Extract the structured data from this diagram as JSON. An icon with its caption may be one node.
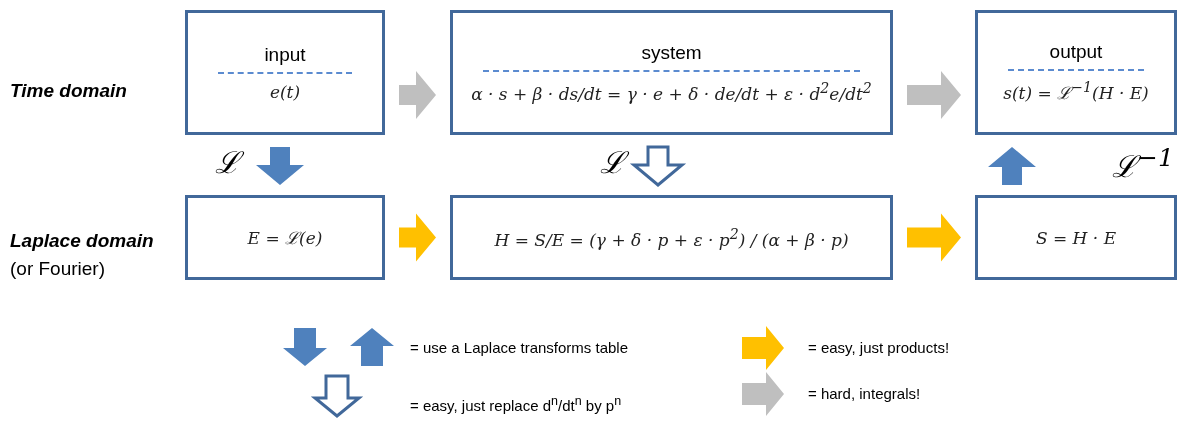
{
  "diagram": {
    "nodes": [
      {
        "text": [
          "input",
          "e(t)"
        ]
      },
      {
        "text": [
          "system",
          "α · s + β · ds/dt = γ · e + δ · de/dt + ε · d$^{2}$e/dt$^{2}$"
        ]
      },
      {
        "text": [
          "output",
          "s(t) = ℒ$^{−1}$(H · E)"
        ]
      },
      {
        "text": [
          "E = ℒ(e)"
        ]
      },
      {
        "text": [
          "H = S/E = (γ + δ · p + ε · p$^{2}$) / (α + β · p)"
        ]
      },
      {
        "text": [
          "S = H · E"
        ]
      }
    ],
    "edges": [
      {
        "from": 0,
        "to": 1,
        "arrow": "to",
        "color": "#bfbfbf"
      },
      {
        "from": 1,
        "to": 2,
        "arrow": "to",
        "color": "#bfbfbf"
      },
      {
        "from": 0,
        "to": 3,
        "arrow": "to",
        "label": "ℒ",
        "color": "#4f81bd"
      },
      {
        "from": 1,
        "to": 4,
        "arrow": "to",
        "label": "ℒ",
        "color": "#ffffff"
      },
      {
        "from": 3,
        "to": 4,
        "arrow": "to",
        "color": "#ffc000"
      },
      {
        "from": 4,
        "to": 5,
        "arrow": "to",
        "color": "#ffc000"
      },
      {
        "from": 5,
        "to": 2,
        "arrow": "to",
        "label": "ℒ$^{−1}$",
        "color": "#4f81bd"
      }
    ],
    "labels": [
      "Time domain",
      "Laplace domain",
      "(or Fourier)"
    ],
    "legend": [
      {
        "text": "= use a Laplace transforms table"
      },
      {
        "text": "= easy, just replace d$^{n}$/dt$^{n}$ by p$^{n}$"
      },
      {
        "text": "= easy, just products!"
      },
      {
        "text": "= hard, integrals!"
      }
    ]
  }
}
